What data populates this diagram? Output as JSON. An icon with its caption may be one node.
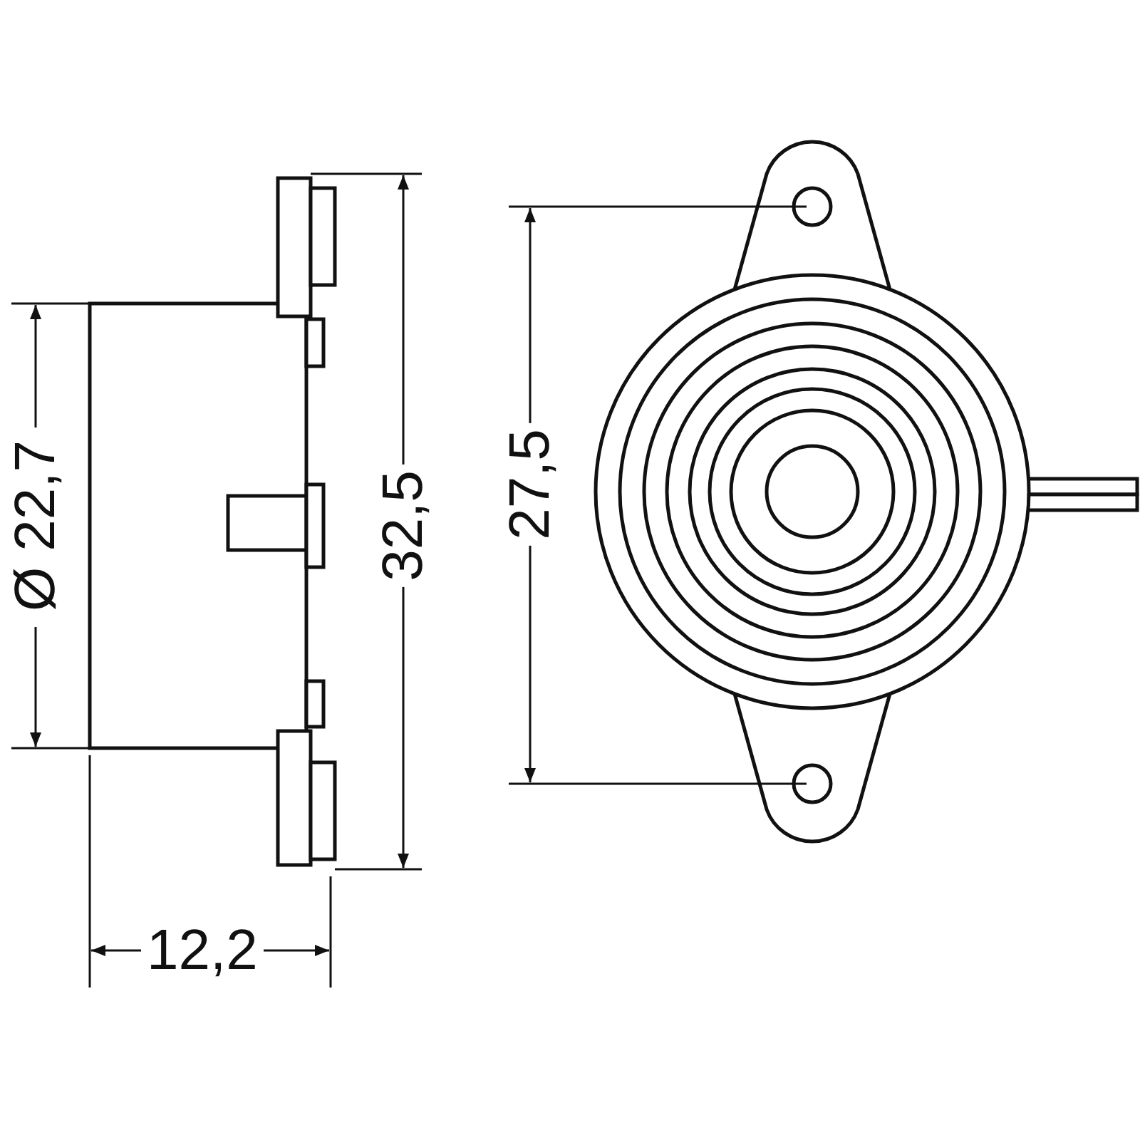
{
  "diagram": {
    "labels": [
      "Ø 22,7",
      "32,5",
      "27,5",
      "12,2"
    ]
  }
}
